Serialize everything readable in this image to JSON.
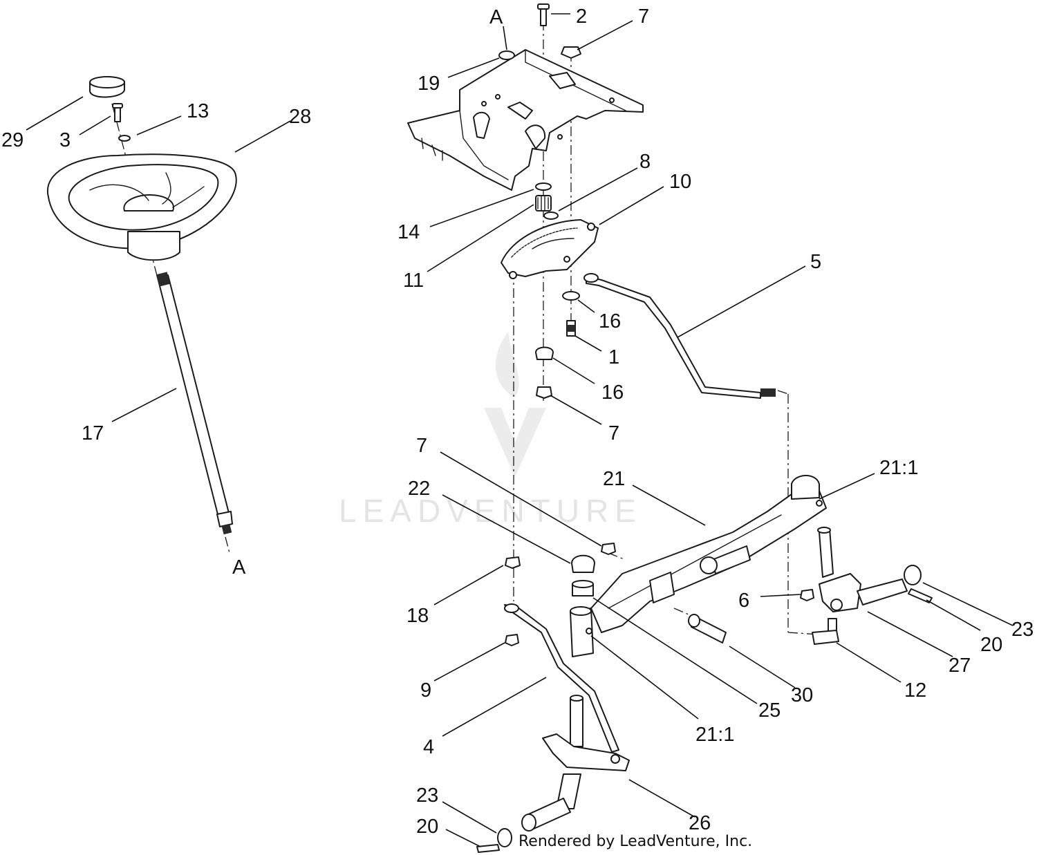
{
  "callouts": [
    {
      "id": "A",
      "text": "A"
    },
    {
      "id": "2",
      "text": "2"
    },
    {
      "id": "7",
      "text": "7"
    },
    {
      "id": "19",
      "text": "19"
    },
    {
      "id": "29",
      "text": "29"
    },
    {
      "id": "3",
      "text": "3"
    },
    {
      "id": "13",
      "text": "13"
    },
    {
      "id": "28",
      "text": "28"
    },
    {
      "id": "8",
      "text": "8"
    },
    {
      "id": "10",
      "text": "10"
    },
    {
      "id": "14",
      "text": "14"
    },
    {
      "id": "11",
      "text": "11"
    },
    {
      "id": "5",
      "text": "5"
    },
    {
      "id": "16",
      "text": "16"
    },
    {
      "id": "1",
      "text": "1"
    },
    {
      "id": "17",
      "text": "17"
    },
    {
      "id": "21",
      "text": "21"
    },
    {
      "id": "21:1",
      "text": "21:1"
    },
    {
      "id": "22",
      "text": "22"
    },
    {
      "id": "6",
      "text": "6"
    },
    {
      "id": "23",
      "text": "23"
    },
    {
      "id": "20",
      "text": "20"
    },
    {
      "id": "18",
      "text": "18"
    },
    {
      "id": "27",
      "text": "27"
    },
    {
      "id": "12",
      "text": "12"
    },
    {
      "id": "30",
      "text": "30"
    },
    {
      "id": "25",
      "text": "25"
    },
    {
      "id": "9",
      "text": "9"
    },
    {
      "id": "4",
      "text": "4"
    },
    {
      "id": "26",
      "text": "26"
    }
  ],
  "watermark": "LEADVENTURE",
  "credit": "Rendered by LeadVenture, Inc."
}
